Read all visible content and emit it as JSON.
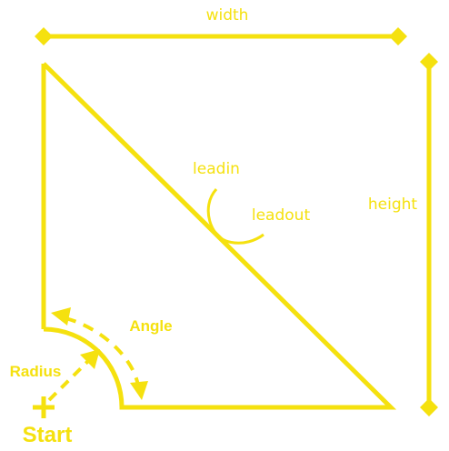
{
  "colors": {
    "stroke": "#f5e10f",
    "background": "#ffffff"
  },
  "labels": {
    "width": "width",
    "height": "height",
    "leadin": "leadin",
    "leadout": "leadout",
    "angle": "Angle",
    "radius": "Radius",
    "start": "Start"
  }
}
